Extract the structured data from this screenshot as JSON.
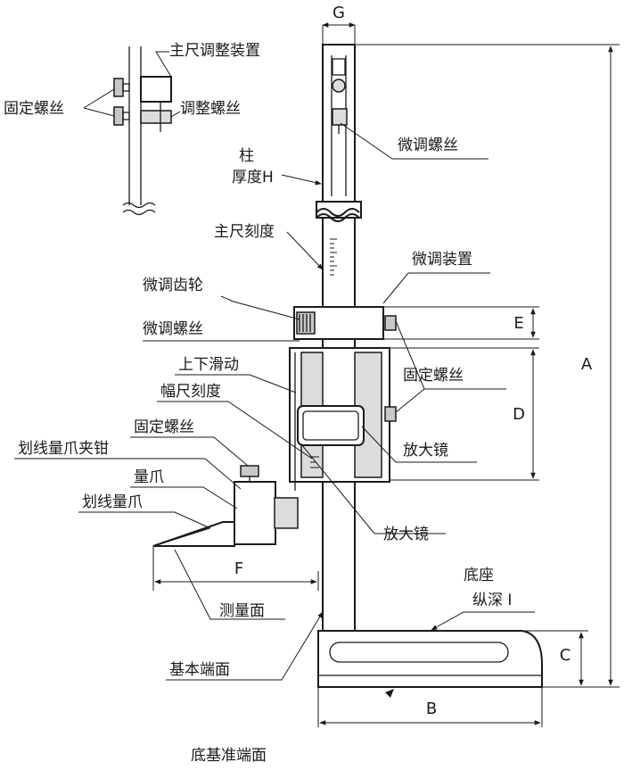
{
  "labels": {
    "main_scale_adjuster": "主尺调整装置",
    "fixing_screw_inset": "固定螺丝",
    "adjusting_screw": "调整螺丝",
    "fine_screw_top": "微调螺丝",
    "column": "柱",
    "thickness_h": "厚度H",
    "main_scale": "主尺刻度",
    "fine_adjust_device": "微调装置",
    "fine_gear": "微调齿轮",
    "fine_screw": "微调螺丝",
    "slider": "上下滑动",
    "vernier_scale": "幅尺刻度",
    "fixing_screw_left": "固定螺丝",
    "scriber_clamp": "划线量爪夹钳",
    "jaw": "量爪",
    "scriber_jaw": "划线量爪",
    "fixing_screw_right": "固定螺丝",
    "magnifier_right": "放大镜",
    "magnifier_lower": "放大镜",
    "measuring_face": "测量面",
    "base_end_face": "基本端面",
    "base": "底座",
    "depth_i": "纵深 I",
    "base_reference_face": "底基准端面"
  },
  "dimensions": {
    "g": "G",
    "a": "A",
    "b": "B",
    "c": "C",
    "d": "D",
    "e": "E",
    "f": "F"
  },
  "icons": {
    "break_mark": "break-mark-icon",
    "arrow": "arrow-icon"
  }
}
